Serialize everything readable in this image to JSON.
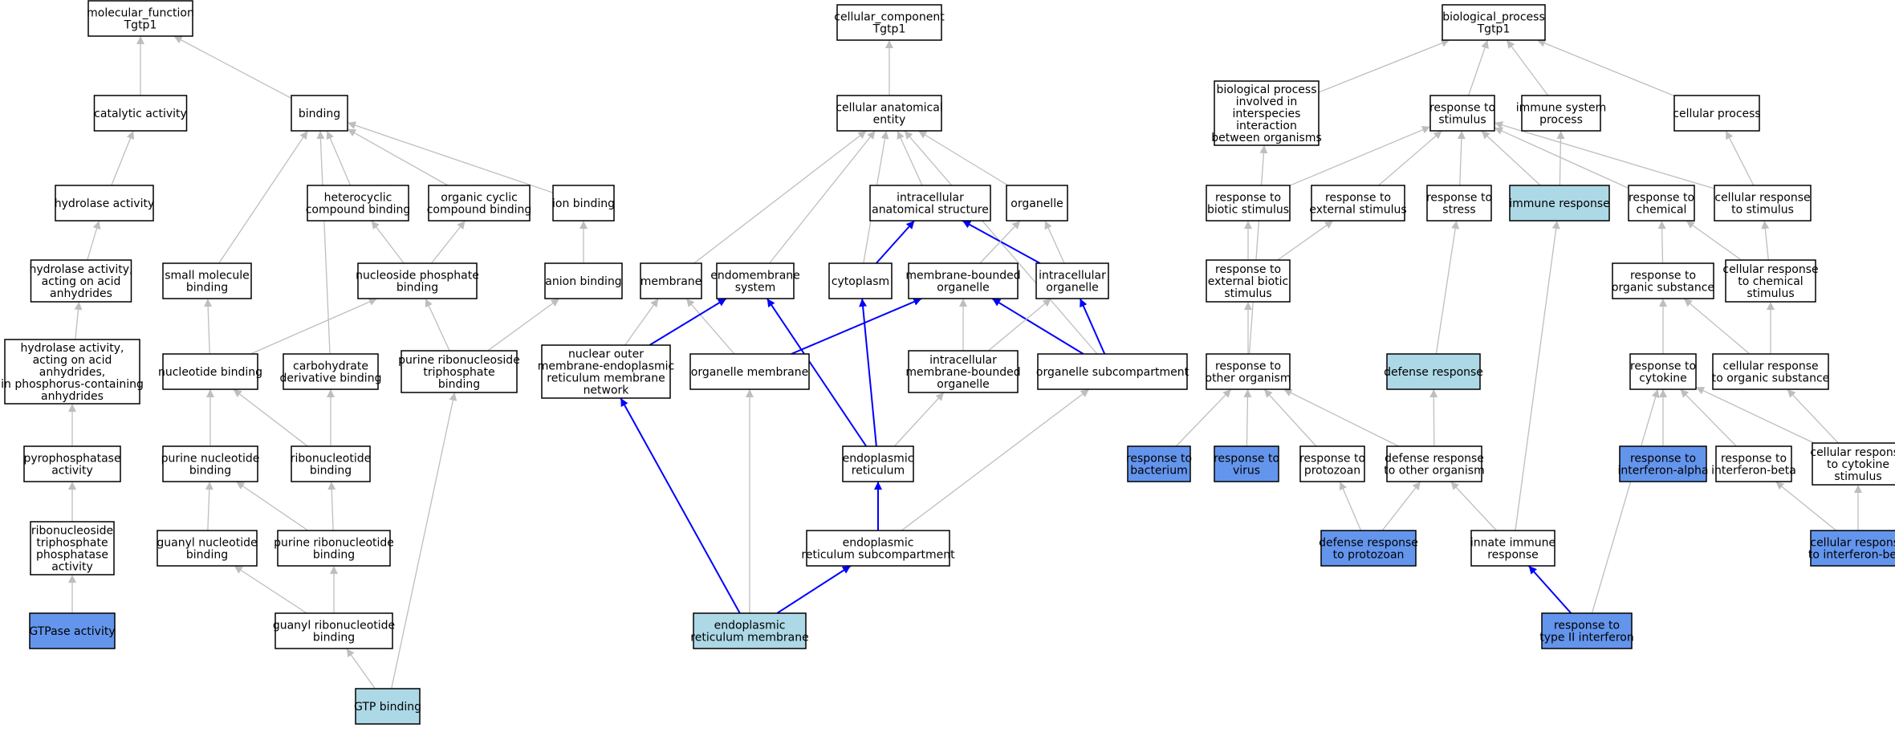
{
  "colors": {
    "default_fill": "#ffffff",
    "light_fill": "#add8e6",
    "blue_fill": "#6495ed",
    "gray_edge": "#bebebe",
    "blue_edge": "#0000ff"
  },
  "nodes": [
    {
      "id": "mf",
      "lines": [
        "molecular_function",
        "Tgtp1"
      ],
      "fill": "default"
    },
    {
      "id": "catalytic",
      "lines": [
        "catalytic activity"
      ],
      "fill": "default"
    },
    {
      "id": "binding",
      "lines": [
        "binding"
      ],
      "fill": "default"
    },
    {
      "id": "hydrolase",
      "lines": [
        "hydrolase activity"
      ],
      "fill": "default"
    },
    {
      "id": "hyd_acid",
      "lines": [
        "hydrolase activity,",
        "acting on acid",
        "anhydrides"
      ],
      "fill": "default"
    },
    {
      "id": "hyd_phos",
      "lines": [
        "hydrolase activity,",
        "acting on acid",
        "anhydrides,",
        "in phosphorus-containing",
        "anhydrides"
      ],
      "fill": "default"
    },
    {
      "id": "pyro",
      "lines": [
        "pyrophosphatase",
        "activity"
      ],
      "fill": "default"
    },
    {
      "id": "rntp",
      "lines": [
        "ribonucleoside",
        "triphosphate",
        "phosphatase",
        "activity"
      ],
      "fill": "default"
    },
    {
      "id": "gtpase",
      "lines": [
        "GTPase activity"
      ],
      "fill": "blue"
    },
    {
      "id": "small_mol",
      "lines": [
        "small molecule",
        "binding"
      ],
      "fill": "default"
    },
    {
      "id": "hetero",
      "lines": [
        "heterocyclic",
        "compound binding"
      ],
      "fill": "default"
    },
    {
      "id": "orgcyc",
      "lines": [
        "organic cyclic",
        "compound binding"
      ],
      "fill": "default"
    },
    {
      "id": "ion",
      "lines": [
        "ion binding"
      ],
      "fill": "default"
    },
    {
      "id": "nuc_phos",
      "lines": [
        "nucleoside phosphate",
        "binding"
      ],
      "fill": "default"
    },
    {
      "id": "anion",
      "lines": [
        "anion binding"
      ],
      "fill": "default"
    },
    {
      "id": "nucleotide",
      "lines": [
        "nucleotide binding"
      ],
      "fill": "default"
    },
    {
      "id": "carb",
      "lines": [
        "carbohydrate",
        "derivative binding"
      ],
      "fill": "default"
    },
    {
      "id": "prnt",
      "lines": [
        "purine ribonucleoside",
        "triphosphate",
        "binding"
      ],
      "fill": "default"
    },
    {
      "id": "purine_nuc",
      "lines": [
        "purine nucleotide",
        "binding"
      ],
      "fill": "default"
    },
    {
      "id": "ribonuc",
      "lines": [
        "ribonucleotide",
        "binding"
      ],
      "fill": "default"
    },
    {
      "id": "guanyl",
      "lines": [
        "guanyl nucleotide",
        "binding"
      ],
      "fill": "default"
    },
    {
      "id": "purine_rib",
      "lines": [
        "purine ribonucleotide",
        "binding"
      ],
      "fill": "default"
    },
    {
      "id": "guanyl_rib",
      "lines": [
        "guanyl ribonucleotide",
        "binding"
      ],
      "fill": "default"
    },
    {
      "id": "gtp",
      "lines": [
        "GTP binding"
      ],
      "fill": "light"
    },
    {
      "id": "cc",
      "lines": [
        "cellular_component",
        "Tgtp1"
      ],
      "fill": "default"
    },
    {
      "id": "cae",
      "lines": [
        "cellular anatomical",
        "entity"
      ],
      "fill": "default"
    },
    {
      "id": "ias",
      "lines": [
        "intracellular",
        "anatomical structure"
      ],
      "fill": "default"
    },
    {
      "id": "organelle",
      "lines": [
        "organelle"
      ],
      "fill": "default"
    },
    {
      "id": "membrane",
      "lines": [
        "membrane"
      ],
      "fill": "default"
    },
    {
      "id": "endomem",
      "lines": [
        "endomembrane",
        "system"
      ],
      "fill": "default"
    },
    {
      "id": "cytoplasm",
      "lines": [
        "cytoplasm"
      ],
      "fill": "default"
    },
    {
      "id": "mbo",
      "lines": [
        "membrane-bounded",
        "organelle"
      ],
      "fill": "default"
    },
    {
      "id": "io",
      "lines": [
        "intracellular",
        "organelle"
      ],
      "fill": "default"
    },
    {
      "id": "nomer",
      "lines": [
        "nuclear outer",
        "membrane-endoplasmic",
        "reticulum membrane",
        "network"
      ],
      "fill": "default"
    },
    {
      "id": "orgmem",
      "lines": [
        "organelle membrane"
      ],
      "fill": "default"
    },
    {
      "id": "imbo",
      "lines": [
        "intracellular",
        "membrane-bounded",
        "organelle"
      ],
      "fill": "default"
    },
    {
      "id": "osub",
      "lines": [
        "organelle subcompartment"
      ],
      "fill": "default"
    },
    {
      "id": "er",
      "lines": [
        "endoplasmic",
        "reticulum"
      ],
      "fill": "default"
    },
    {
      "id": "ersub",
      "lines": [
        "endoplasmic",
        "reticulum subcompartment"
      ],
      "fill": "default"
    },
    {
      "id": "ermem",
      "lines": [
        "endoplasmic",
        "reticulum membrane"
      ],
      "fill": "light"
    },
    {
      "id": "bp",
      "lines": [
        "biological_process",
        "Tgtp1"
      ],
      "fill": "default"
    },
    {
      "id": "bpinter",
      "lines": [
        "biological process",
        "involved in",
        "interspecies",
        "interaction",
        "between organisms"
      ],
      "fill": "default"
    },
    {
      "id": "rstim",
      "lines": [
        "response to",
        "stimulus"
      ],
      "fill": "default"
    },
    {
      "id": "immsys",
      "lines": [
        "immune system",
        "process"
      ],
      "fill": "default"
    },
    {
      "id": "cellproc",
      "lines": [
        "cellular process"
      ],
      "fill": "default"
    },
    {
      "id": "rbiotic",
      "lines": [
        "response to",
        "biotic stimulus"
      ],
      "fill": "default"
    },
    {
      "id": "rext",
      "lines": [
        "response to",
        "external stimulus"
      ],
      "fill": "default"
    },
    {
      "id": "rstress",
      "lines": [
        "response to",
        "stress"
      ],
      "fill": "default"
    },
    {
      "id": "immresp",
      "lines": [
        "immune response"
      ],
      "fill": "light"
    },
    {
      "id": "rchem",
      "lines": [
        "response to",
        "chemical"
      ],
      "fill": "default"
    },
    {
      "id": "crstim",
      "lines": [
        "cellular response",
        "to stimulus"
      ],
      "fill": "default"
    },
    {
      "id": "rextbio",
      "lines": [
        "response to",
        "external biotic",
        "stimulus"
      ],
      "fill": "default"
    },
    {
      "id": "rorgsub",
      "lines": [
        "response to",
        "organic substance"
      ],
      "fill": "default"
    },
    {
      "id": "crchem",
      "lines": [
        "cellular response",
        "to chemical",
        "stimulus"
      ],
      "fill": "default"
    },
    {
      "id": "rother",
      "lines": [
        "response to",
        "other organism"
      ],
      "fill": "default"
    },
    {
      "id": "defresp",
      "lines": [
        "defense response"
      ],
      "fill": "light"
    },
    {
      "id": "rcyto",
      "lines": [
        "response to",
        "cytokine"
      ],
      "fill": "default"
    },
    {
      "id": "crorg",
      "lines": [
        "cellular response",
        "to organic substance"
      ],
      "fill": "default"
    },
    {
      "id": "rbact",
      "lines": [
        "response to",
        "bacterium"
      ],
      "fill": "blue"
    },
    {
      "id": "rvirus",
      "lines": [
        "response to",
        "virus"
      ],
      "fill": "blue"
    },
    {
      "id": "rproto",
      "lines": [
        "response to",
        "protozoan"
      ],
      "fill": "default"
    },
    {
      "id": "defother",
      "lines": [
        "defense response",
        "to other organism"
      ],
      "fill": "default"
    },
    {
      "id": "rifna",
      "lines": [
        "response to",
        "interferon-alpha"
      ],
      "fill": "blue"
    },
    {
      "id": "rifnb",
      "lines": [
        "response to",
        "interferon-beta"
      ],
      "fill": "default"
    },
    {
      "id": "crcyto",
      "lines": [
        "cellular response",
        "to cytokine",
        "stimulus"
      ],
      "fill": "default"
    },
    {
      "id": "defproto",
      "lines": [
        "defense response",
        "to protozoan"
      ],
      "fill": "blue"
    },
    {
      "id": "innate",
      "lines": [
        "innate immune",
        "response"
      ],
      "fill": "default"
    },
    {
      "id": "crifnb",
      "lines": [
        "cellular response",
        "to interferon-beta"
      ],
      "fill": "blue"
    },
    {
      "id": "rifng",
      "lines": [
        "response to",
        "type II interferon"
      ],
      "fill": "blue"
    }
  ],
  "edges": [
    {
      "from": "catalytic",
      "to": "mf",
      "color": "gray"
    },
    {
      "from": "binding",
      "to": "mf",
      "color": "gray"
    },
    {
      "from": "hydrolase",
      "to": "catalytic",
      "color": "gray"
    },
    {
      "from": "hyd_acid",
      "to": "hydrolase",
      "color": "gray"
    },
    {
      "from": "hyd_phos",
      "to": "hyd_acid",
      "color": "gray"
    },
    {
      "from": "pyro",
      "to": "hyd_phos",
      "color": "gray"
    },
    {
      "from": "rntp",
      "to": "pyro",
      "color": "gray"
    },
    {
      "from": "gtpase",
      "to": "rntp",
      "color": "gray"
    },
    {
      "from": "small_mol",
      "to": "binding",
      "color": "gray"
    },
    {
      "from": "hetero",
      "to": "binding",
      "color": "gray"
    },
    {
      "from": "orgcyc",
      "to": "binding",
      "color": "gray"
    },
    {
      "from": "ion",
      "to": "binding",
      "color": "gray"
    },
    {
      "from": "carb",
      "to": "binding",
      "color": "gray"
    },
    {
      "from": "nuc_phos",
      "to": "hetero",
      "color": "gray"
    },
    {
      "from": "nuc_phos",
      "to": "orgcyc",
      "color": "gray"
    },
    {
      "from": "anion",
      "to": "ion",
      "color": "gray"
    },
    {
      "from": "nucleotide",
      "to": "small_mol",
      "color": "gray"
    },
    {
      "from": "nucleotide",
      "to": "nuc_phos",
      "color": "gray"
    },
    {
      "from": "prnt",
      "to": "nuc_phos",
      "color": "gray"
    },
    {
      "from": "prnt",
      "to": "anion",
      "color": "gray"
    },
    {
      "from": "purine_nuc",
      "to": "nucleotide",
      "color": "gray"
    },
    {
      "from": "ribonuc",
      "to": "nucleotide",
      "color": "gray"
    },
    {
      "from": "ribonuc",
      "to": "carb",
      "color": "gray"
    },
    {
      "from": "guanyl",
      "to": "purine_nuc",
      "color": "gray"
    },
    {
      "from": "purine_rib",
      "to": "purine_nuc",
      "color": "gray"
    },
    {
      "from": "purine_rib",
      "to": "ribonuc",
      "color": "gray"
    },
    {
      "from": "guanyl_rib",
      "to": "guanyl",
      "color": "gray"
    },
    {
      "from": "guanyl_rib",
      "to": "purine_rib",
      "color": "gray"
    },
    {
      "from": "gtp",
      "to": "guanyl_rib",
      "color": "gray"
    },
    {
      "from": "gtp",
      "to": "prnt",
      "color": "gray"
    },
    {
      "from": "cae",
      "to": "cc",
      "color": "gray"
    },
    {
      "from": "ias",
      "to": "cae",
      "color": "gray"
    },
    {
      "from": "organelle",
      "to": "cae",
      "color": "gray"
    },
    {
      "from": "membrane",
      "to": "cae",
      "color": "gray"
    },
    {
      "from": "endomem",
      "to": "cae",
      "color": "gray"
    },
    {
      "from": "cytoplasm",
      "to": "cae",
      "color": "gray"
    },
    {
      "from": "osub",
      "to": "cae",
      "color": "gray"
    },
    {
      "from": "cytoplasm",
      "to": "ias",
      "color": "blue"
    },
    {
      "from": "io",
      "to": "ias",
      "color": "blue"
    },
    {
      "from": "mbo",
      "to": "organelle",
      "color": "gray"
    },
    {
      "from": "io",
      "to": "organelle",
      "color": "gray"
    },
    {
      "from": "nomer",
      "to": "membrane",
      "color": "gray"
    },
    {
      "from": "orgmem",
      "to": "membrane",
      "color": "gray"
    },
    {
      "from": "nomer",
      "to": "endomem",
      "color": "blue"
    },
    {
      "from": "er",
      "to": "endomem",
      "color": "blue"
    },
    {
      "from": "orgmem",
      "to": "mbo",
      "color": "blue"
    },
    {
      "from": "imbo",
      "to": "mbo",
      "color": "gray"
    },
    {
      "from": "osub",
      "to": "mbo",
      "color": "blue"
    },
    {
      "from": "imbo",
      "to": "io",
      "color": "gray"
    },
    {
      "from": "osub",
      "to": "io",
      "color": "blue"
    },
    {
      "from": "er",
      "to": "cytoplasm",
      "color": "blue"
    },
    {
      "from": "er",
      "to": "imbo",
      "color": "gray"
    },
    {
      "from": "ersub",
      "to": "er",
      "color": "blue"
    },
    {
      "from": "ersub",
      "to": "osub",
      "color": "gray"
    },
    {
      "from": "ermem",
      "to": "nomer",
      "color": "blue"
    },
    {
      "from": "ermem",
      "to": "orgmem",
      "color": "gray"
    },
    {
      "from": "ermem",
      "to": "ersub",
      "color": "blue"
    },
    {
      "from": "bpinter",
      "to": "bp",
      "color": "gray"
    },
    {
      "from": "rstim",
      "to": "bp",
      "color": "gray"
    },
    {
      "from": "immsys",
      "to": "bp",
      "color": "gray"
    },
    {
      "from": "cellproc",
      "to": "bp",
      "color": "gray"
    },
    {
      "from": "rbiotic",
      "to": "rstim",
      "color": "gray"
    },
    {
      "from": "rext",
      "to": "rstim",
      "color": "gray"
    },
    {
      "from": "rstress",
      "to": "rstim",
      "color": "gray"
    },
    {
      "from": "immresp",
      "to": "rstim",
      "color": "gray"
    },
    {
      "from": "rchem",
      "to": "rstim",
      "color": "gray"
    },
    {
      "from": "crstim",
      "to": "rstim",
      "color": "gray"
    },
    {
      "from": "immresp",
      "to": "immsys",
      "color": "gray"
    },
    {
      "from": "crstim",
      "to": "cellproc",
      "color": "gray"
    },
    {
      "from": "rextbio",
      "to": "rbiotic",
      "color": "gray"
    },
    {
      "from": "rextbio",
      "to": "rext",
      "color": "gray"
    },
    {
      "from": "rorgsub",
      "to": "rchem",
      "color": "gray"
    },
    {
      "from": "crchem",
      "to": "rchem",
      "color": "gray"
    },
    {
      "from": "crchem",
      "to": "crstim",
      "color": "gray"
    },
    {
      "from": "rother",
      "to": "rextbio",
      "color": "gray"
    },
    {
      "from": "rother",
      "to": "bpinter",
      "color": "gray"
    },
    {
      "from": "defresp",
      "to": "rstress",
      "color": "gray"
    },
    {
      "from": "rcyto",
      "to": "rorgsub",
      "color": "gray"
    },
    {
      "from": "crorg",
      "to": "rorgsub",
      "color": "gray"
    },
    {
      "from": "crorg",
      "to": "crchem",
      "color": "gray"
    },
    {
      "from": "rbact",
      "to": "rother",
      "color": "gray"
    },
    {
      "from": "rvirus",
      "to": "rother",
      "color": "gray"
    },
    {
      "from": "rproto",
      "to": "rother",
      "color": "gray"
    },
    {
      "from": "defother",
      "to": "rother",
      "color": "gray"
    },
    {
      "from": "defother",
      "to": "defresp",
      "color": "gray"
    },
    {
      "from": "rifna",
      "to": "rcyto",
      "color": "gray"
    },
    {
      "from": "rifnb",
      "to": "rcyto",
      "color": "gray"
    },
    {
      "from": "crcyto",
      "to": "rcyto",
      "color": "gray"
    },
    {
      "from": "crcyto",
      "to": "crorg",
      "color": "gray"
    },
    {
      "from": "defproto",
      "to": "rproto",
      "color": "gray"
    },
    {
      "from": "defproto",
      "to": "defother",
      "color": "gray"
    },
    {
      "from": "innate",
      "to": "defother",
      "color": "gray"
    },
    {
      "from": "innate",
      "to": "immresp",
      "color": "gray"
    },
    {
      "from": "crifnb",
      "to": "rifnb",
      "color": "gray"
    },
    {
      "from": "crifnb",
      "to": "crcyto",
      "color": "gray"
    },
    {
      "from": "rifng",
      "to": "innate",
      "color": "blue"
    },
    {
      "from": "rifng",
      "to": "rcyto",
      "color": "gray"
    }
  ]
}
